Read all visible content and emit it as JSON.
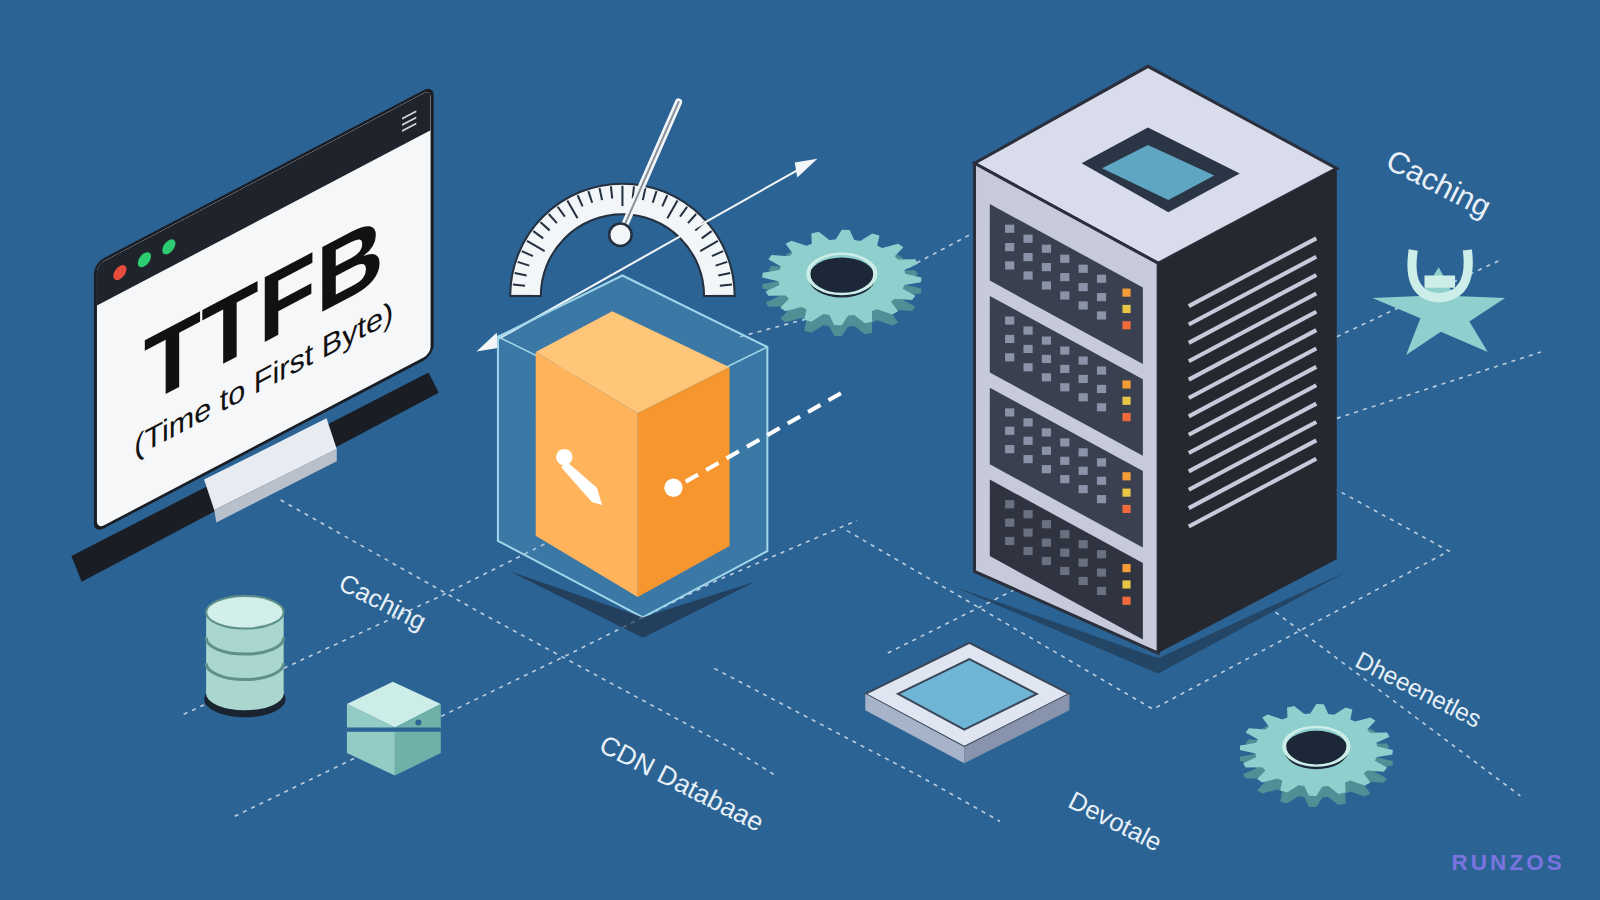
{
  "diagram": {
    "nodes": [
      {
        "text": [
          "TTFB",
          "(Time to First Byte)"
        ]
      }
    ],
    "labels": [
      "Caching",
      "Caching",
      "CDN Databaae",
      "Devotale",
      "Dheeenetles",
      "RUNZOS"
    ]
  }
}
